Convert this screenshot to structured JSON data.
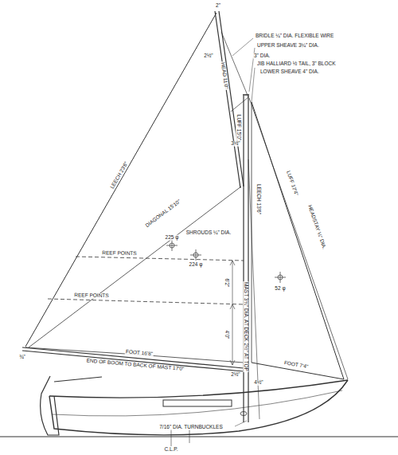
{
  "diagram": {
    "labels": [
      "2\"",
      "BRIDLE ¼\" DIA. FLEXIBLE WIRE",
      "UPPER SHEAVE 3¼\" DIA.",
      "2½\"",
      "3\" DIA.",
      "JIB HALLIARD ½ TAIL, 3\" BLOCK",
      "LOWER SHEAVE 4\" DIA.",
      "HEAD 11'0\"",
      "LEECH 23'6\"",
      "3½\"",
      "DIAGONAL 15'10\"",
      "LUFF 15'0\"",
      "LEECH 13'6\"",
      "SHROUDS ¼\" DIA.",
      "225 φ",
      "224 φ",
      "REEF POINTS",
      "REEF POINTS",
      "6'2\"",
      "4'0\"",
      "MAST 3¾\" DIA. AT DECK 2½\" AT TOP",
      "HEADSTAY ¼\" DIA.",
      "LUFF 17'4\"",
      "52 φ",
      "FOOT 16'8\"",
      "END OF BOOM TO BACK OF MAST 17'0\"",
      "FOOT 7'4\"",
      "2½\"",
      "4½\"",
      "¾\"",
      "7/16\" DIA. TURNBUCKLES",
      "C.L.P."
    ]
  }
}
